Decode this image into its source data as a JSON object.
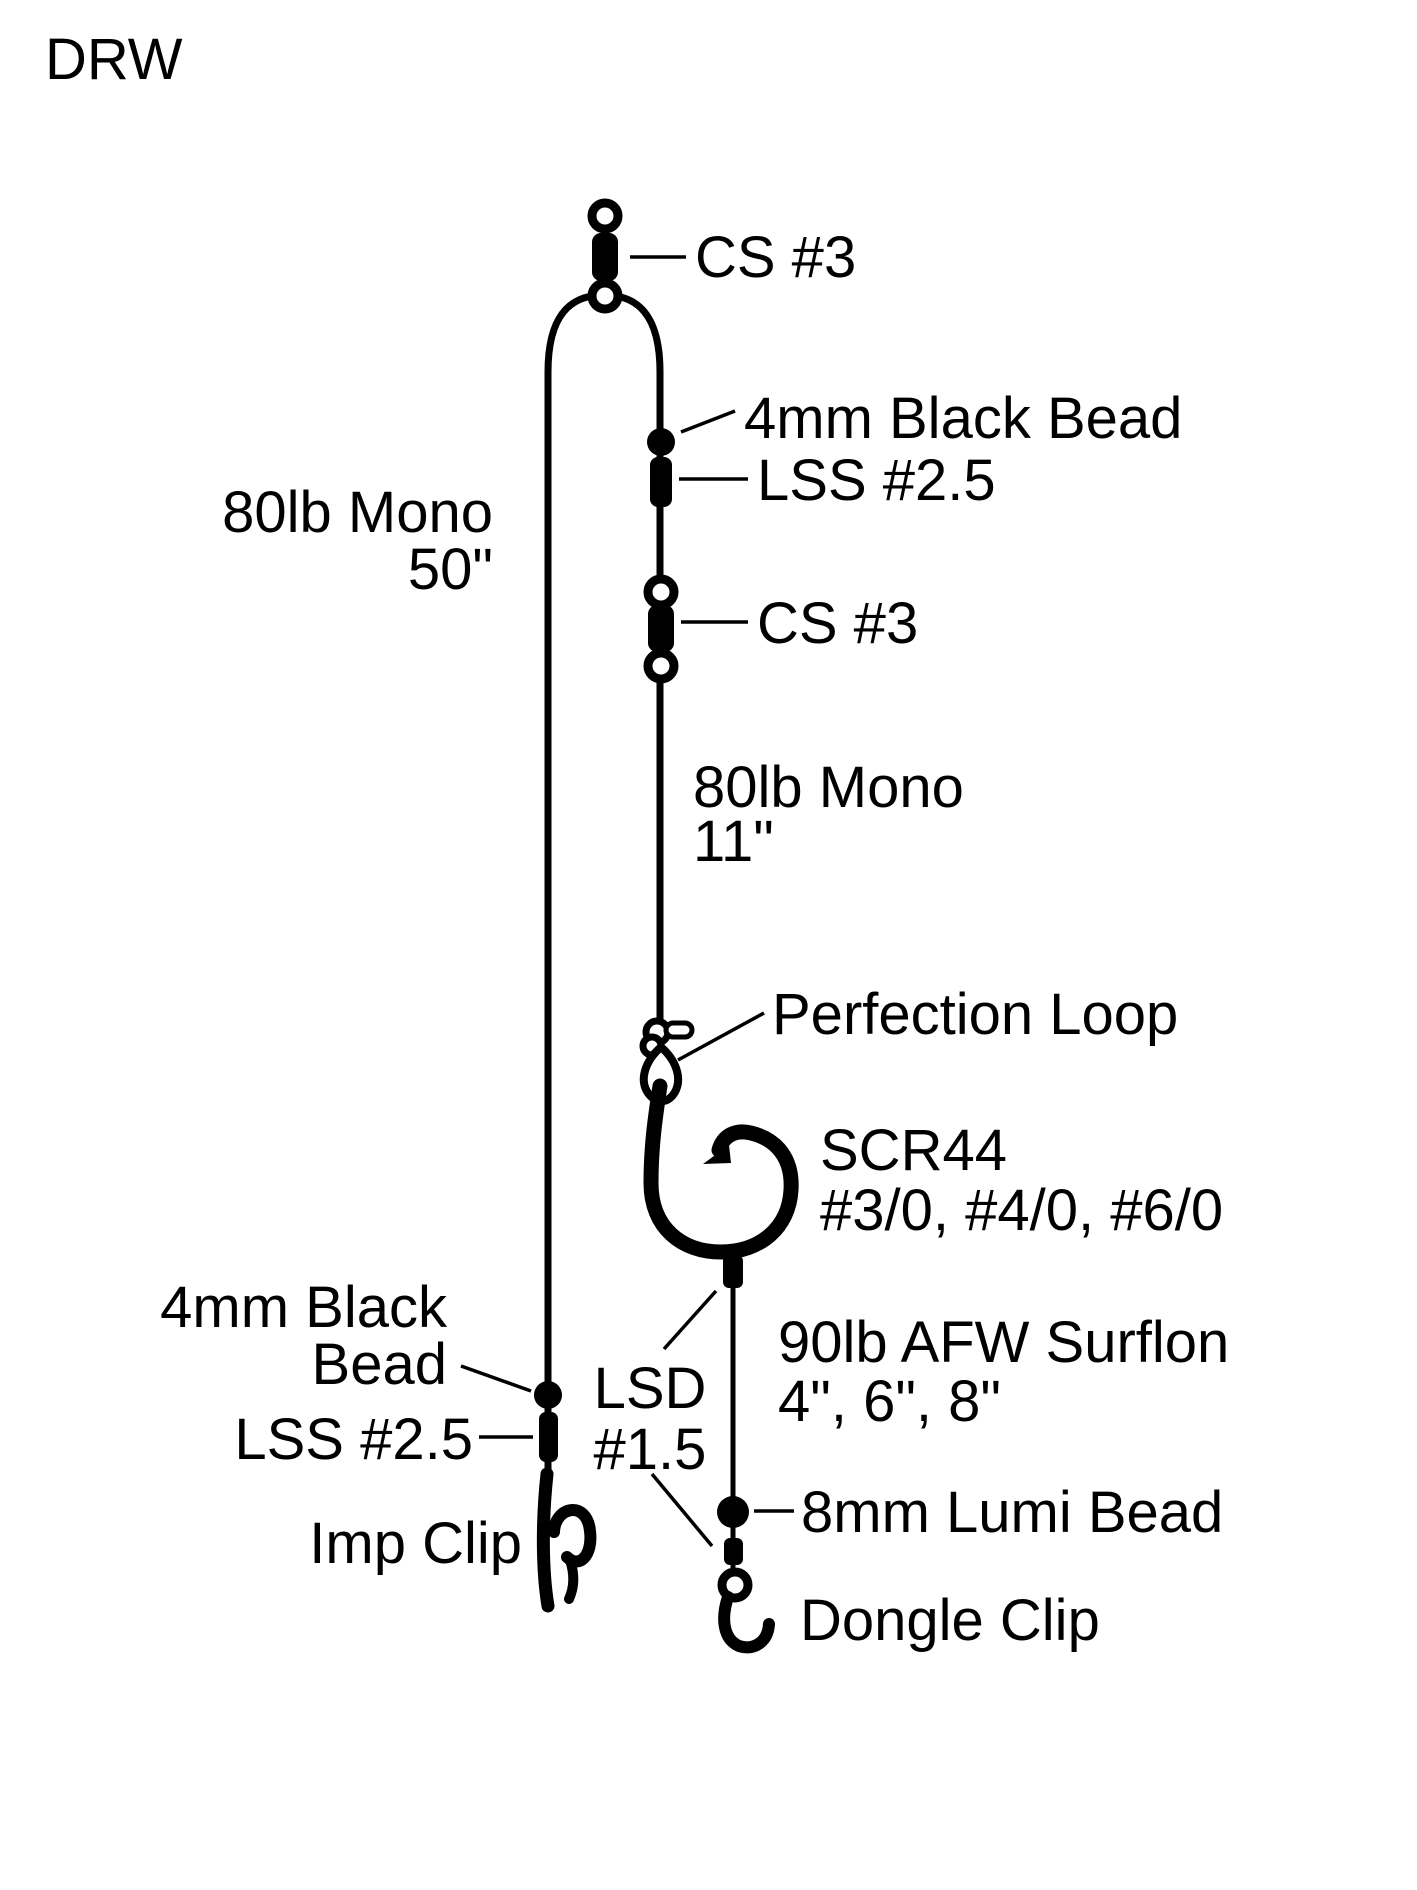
{
  "title": "DRW",
  "diagram": {
    "colors": {
      "ink": "#000000",
      "background": "#ffffff"
    },
    "labels": {
      "cs3_top": "CS #3",
      "bead4mm_top": "4mm Black Bead",
      "lss_top": "LSS #2.5",
      "cs3_mid": "CS #3",
      "mono50_line1": "80lb Mono",
      "mono50_line2": "50\"",
      "mono11_line1": "80lb Mono",
      "mono11_line2": "11\"",
      "perfection_loop": "Perfection Loop",
      "hook_model": "SCR44",
      "hook_sizes": "#3/0, #4/0, #6/0",
      "bead4mm_bottom_line1": "4mm Black",
      "bead4mm_bottom_line2": "Bead",
      "lss_bottom": "LSS #2.5",
      "imp_clip": "Imp Clip",
      "lsd_line1": "LSD",
      "lsd_line2": "#1.5",
      "surflon_line1": "90lb AFW Surflon",
      "surflon_line2": "4\", 6\", 8\"",
      "lumi_bead": "8mm Lumi Bead",
      "dongle_clip": "Dongle Clip"
    }
  }
}
